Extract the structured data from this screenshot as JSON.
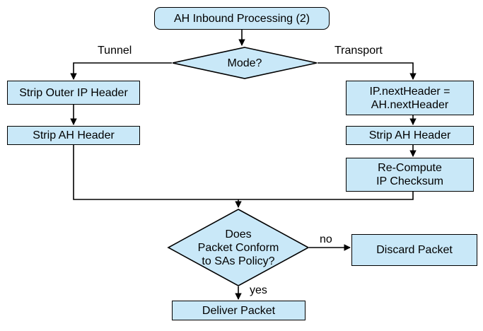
{
  "diagram": {
    "title": "AH Inbound Processing (2)",
    "type": "flowchart",
    "colors": {
      "node_fill": "#c9e8f8",
      "node_stroke": "#000000",
      "text": "#000000",
      "background": "#ffffff"
    },
    "nodes": [
      {
        "id": "start",
        "shape": "rounded-rect",
        "label": "AH Inbound Processing (2)"
      },
      {
        "id": "mode",
        "shape": "diamond",
        "label": "Mode?"
      },
      {
        "id": "strip-outer-ip",
        "shape": "rect",
        "label": "Strip Outer IP Header"
      },
      {
        "id": "strip-ah-tunnel",
        "shape": "rect",
        "label": "Strip AH Header"
      },
      {
        "id": "ip-nextheader",
        "shape": "rect",
        "label": "IP.nextHeader =\nAH.nextHeader",
        "line1": "IP.nextHeader =",
        "line2": "AH.nextHeader"
      },
      {
        "id": "strip-ah-transport",
        "shape": "rect",
        "label": "Strip AH Header"
      },
      {
        "id": "recompute-checksum",
        "shape": "rect",
        "label": "Re-Compute\nIP Checksum",
        "line1": "Re-Compute",
        "line2": "IP Checksum"
      },
      {
        "id": "conform",
        "shape": "diamond",
        "label": "Does\nPacket Conform\nto SAs Policy?",
        "line1": "Does",
        "line2": "Packet Conform",
        "line3": "to SAs Policy?"
      },
      {
        "id": "discard",
        "shape": "rect",
        "label": "Discard Packet"
      },
      {
        "id": "deliver",
        "shape": "rect",
        "label": "Deliver Packet"
      }
    ],
    "edge_labels": {
      "tunnel": "Tunnel",
      "transport": "Transport",
      "no": "no",
      "yes": "yes"
    }
  }
}
